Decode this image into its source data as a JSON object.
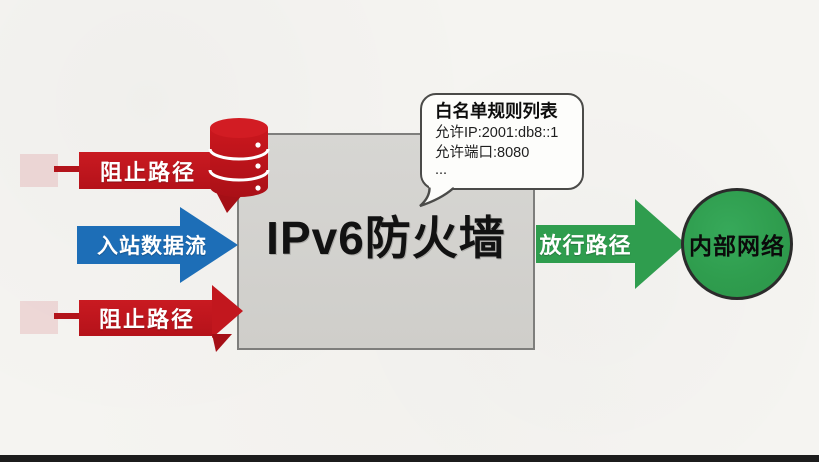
{
  "diagram": {
    "firewall_box": {
      "label": "IPv6防火墙",
      "fill_color": "#d3d2cf",
      "border_color": "#7e7e7c"
    },
    "whitelist_callout": {
      "title": "白名单规则列表",
      "lines": [
        "允许IP:2001:db8::1",
        "允许端口:8080",
        "..."
      ]
    },
    "arrows": {
      "blocked_top": {
        "label": "阻止路径",
        "color": "#c2171e"
      },
      "inbound": {
        "label": "入站数据流",
        "color": "#1d6eb7"
      },
      "blocked_bottom": {
        "label": "阻止路径",
        "color": "#c2171e"
      },
      "allowed": {
        "label": "放行路径",
        "color": "#2f9d4e"
      }
    },
    "internal_network": {
      "label": "内部网络",
      "fill_color": "#2f9d4e"
    },
    "icons": {
      "blocklist_database": {
        "name": "database-icon",
        "color": "#c2171e"
      }
    },
    "background_color": "#f5f4f1",
    "bottom_bar_color": "#1c1c1c"
  }
}
